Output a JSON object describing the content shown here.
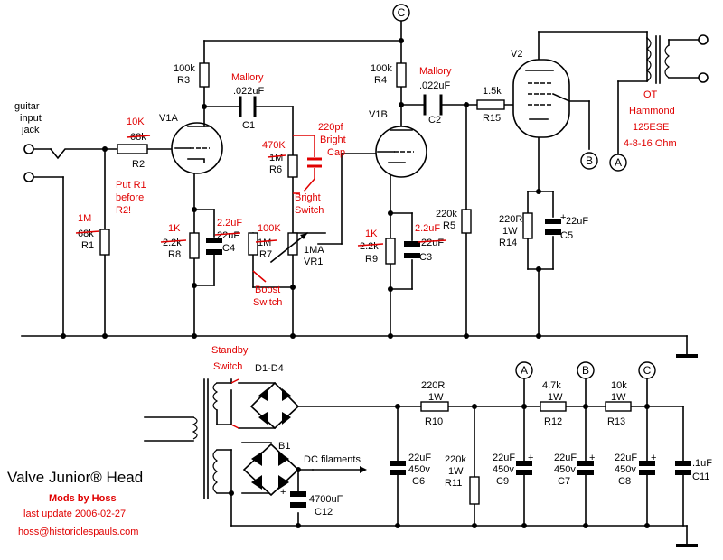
{
  "diagram": {
    "title": "Valve Junior® Head",
    "subtitle": "Mods by Hoss",
    "update": "last update 2006-02-27",
    "email": "hoss@historiclespauls.com",
    "input_label": [
      "guitar",
      "input",
      "jack"
    ],
    "nodes": {
      "A": "A",
      "B": "B",
      "C": "C"
    },
    "tubes": {
      "v1a": "V1A",
      "v1b": "V1B",
      "v2": "V2"
    },
    "components": {
      "r1": {
        "name": "R1",
        "new": "1M",
        "old": "68k"
      },
      "r2": {
        "name": "R2",
        "new": "10K",
        "old": "68k"
      },
      "r3": {
        "name": "R3",
        "value": "100k"
      },
      "r4": {
        "name": "R4",
        "value": "100k"
      },
      "r5": {
        "name": "R5",
        "value": "220k"
      },
      "r6": {
        "name": "R6",
        "new": "470K",
        "old": "1M"
      },
      "r7": {
        "name": "R7",
        "new": "100K",
        "old": "1M"
      },
      "r8": {
        "name": "R8",
        "new": "1K",
        "old": "2.2k"
      },
      "r9": {
        "name": "R9",
        "new": "1K",
        "old": "2.2k"
      },
      "r10": {
        "name": "R10",
        "value": "220R",
        "value2": "1W"
      },
      "r11": {
        "name": "R11",
        "value": "220k",
        "value2": "1W"
      },
      "r12": {
        "name": "R12",
        "value": "4.7k",
        "value2": "1W"
      },
      "r13": {
        "name": "R13",
        "value": "10k",
        "value2": "1W"
      },
      "r14": {
        "name": "R14",
        "value": "220R",
        "value2": "1W"
      },
      "r15": {
        "name": "R15",
        "value": "1.5k"
      },
      "vr1": {
        "name": "VR1",
        "value": "1MA"
      },
      "c1": {
        "name": "C1",
        "brand": "Mallory",
        "value": ".022uF"
      },
      "c2": {
        "name": "C2",
        "brand": "Mallory",
        "value": ".022uF"
      },
      "c3": {
        "name": "C3",
        "new": "2.2uF",
        "old": "22uF"
      },
      "c4": {
        "name": "C4",
        "new": "2.2uF",
        "old": "22uF"
      },
      "c5": {
        "name": "C5",
        "value": "22uF"
      },
      "c6": {
        "name": "C6",
        "value": "22uF",
        "value2": "450v"
      },
      "c7": {
        "name": "C7",
        "value": "22uF",
        "value2": "450v"
      },
      "c8": {
        "name": "C8",
        "value": "22uF",
        "value2": "450v"
      },
      "c9": {
        "name": "C9",
        "value": "22uF",
        "value2": "450v"
      },
      "c11": {
        "name": "C11",
        "value": ".1uF"
      },
      "c12": {
        "name": "C12",
        "value": "4700uF"
      },
      "d1d4": {
        "name": "D1-D4"
      },
      "b1": {
        "name": "B1"
      }
    },
    "mods": {
      "bright_cap": [
        "220pf",
        "Bright",
        "Cap"
      ],
      "bright_switch": [
        "Bright",
        "Switch"
      ],
      "boost_switch": [
        "Boost",
        "Switch"
      ],
      "standby_switch": [
        "Standby",
        "Switch"
      ],
      "put_r1": [
        "Put R1",
        "before",
        "R2!"
      ]
    },
    "ot": [
      "OT",
      "Hammond",
      "125ESE",
      "4-8-16 Ohm"
    ],
    "dc_filaments": "DC filaments"
  }
}
